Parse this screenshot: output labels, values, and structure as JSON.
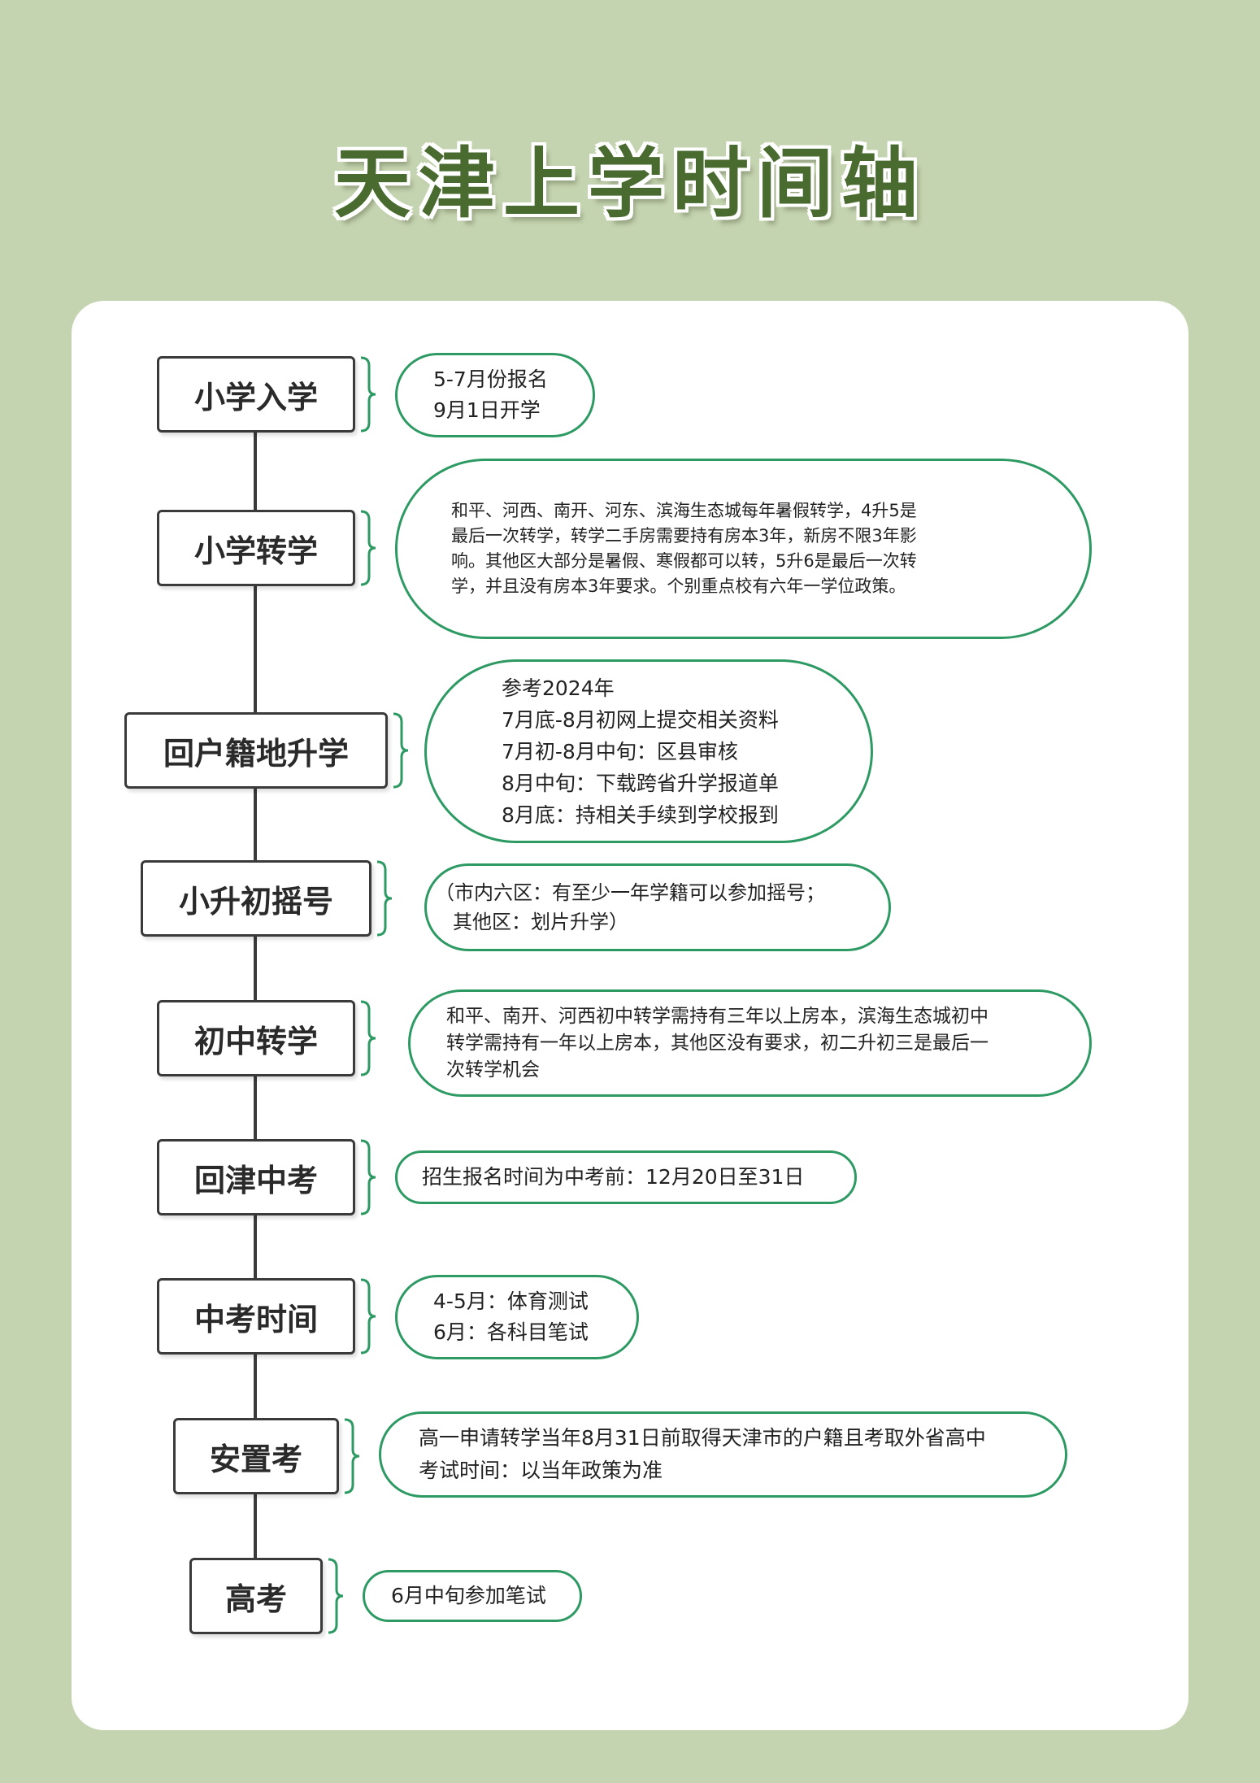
{
  "title": "天津上学时间轴",
  "stages": [
    {
      "label": "小学入学",
      "lines": [
        "5-7月份报名",
        "9月1日开学"
      ]
    },
    {
      "label": "小学转学",
      "lines": [
        "和平、河西、南开、河东、滨海生态城每年暑假转学，4升5是",
        "最后一次转学，转学二手房需要持有房本3年，新房不限3年影",
        "响。其他区大部分是暑假、寒假都可以转，5升6是最后一次转",
        "学，并且没有房本3年要求。个别重点校有六年一学位政策。"
      ]
    },
    {
      "label": "回户籍地升学",
      "lines": [
        "参考2024年",
        "7月底-8月初网上提交相关资料",
        "7月初-8月中旬：区县审核",
        "8月中旬：下载跨省升学报道单",
        "8月底：持相关手续到学校报到"
      ]
    },
    {
      "label": "小升初摇号",
      "lines": [
        "（市内六区：有至少一年学籍可以参加摇号；",
        "其他区：划片升学）"
      ]
    },
    {
      "label": "初中转学",
      "lines": [
        "和平、南开、河西初中转学需持有三年以上房本，滨海生态城初中",
        "转学需持有一年以上房本，其他区没有要求，初二升初三是最后一",
        "次转学机会"
      ]
    },
    {
      "label": "回津中考",
      "lines": [
        "招生报名时间为中考前：12月20日至31日"
      ]
    },
    {
      "label": "中考时间",
      "lines": [
        "4-5月：体育测试",
        "6月：各科目笔试"
      ]
    },
    {
      "label": "安置考",
      "lines": [
        "高一申请转学当年8月31日前取得天津市的户籍且考取外省高中",
        "考试时间：以当年政策为准"
      ]
    },
    {
      "label": "高考",
      "lines": [
        "6月中旬参加笔试"
      ]
    }
  ],
  "colors": {
    "background": "#c5d4b0",
    "title": "#4a6b2f",
    "bubble_border": "#2e9a63",
    "stage_border": "#3a3a3a"
  }
}
